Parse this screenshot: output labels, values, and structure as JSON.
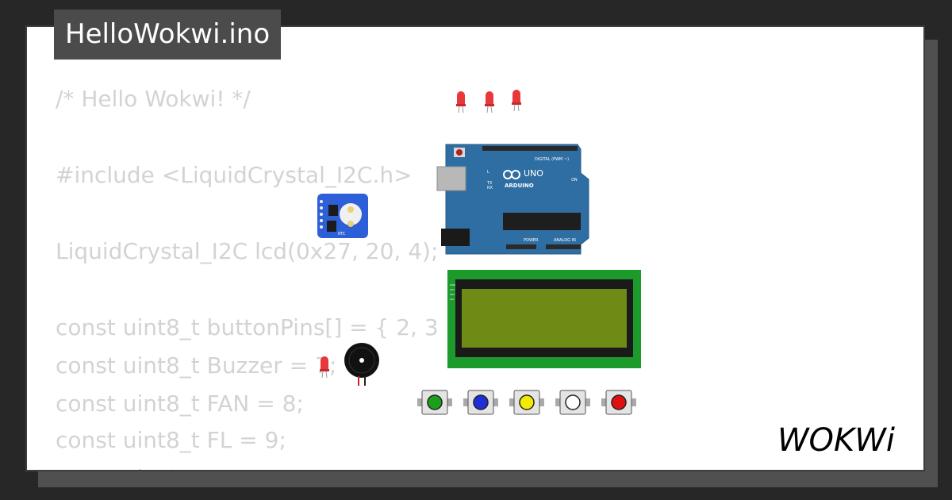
{
  "title": "HelloWokwi.ino",
  "code_lines": [
    "/* Hello Wokwi! */",
    "",
    "#include <LiquidCrystal_I2C.h>",
    "",
    "LiquidCrystal_I2C lcd(0x27, 20, 4);",
    "",
    "const uint8_t buttonPins[] = { 2, 3",
    "const uint8_t Buzzer = 7;",
    "const uint8_t FAN = 8;",
    "const uint8_t FL = 9;"
  ],
  "arduino": {
    "board_label": "UNO",
    "brand_label": "ARDUINO",
    "digital_label": "DIGITAL (PWM ~)",
    "analog_label": "ANALOG IN",
    "power_label": "POWER",
    "tx_label": "TX",
    "rx_label": "RX",
    "on_label": "ON",
    "l_label": "L"
  },
  "rtc": {
    "label": "RTC"
  },
  "lcd": {
    "pins": [
      "GND",
      "VCC",
      "SDA",
      "SCL"
    ]
  },
  "buttons": [
    {
      "name": "green",
      "color": "#1aa01a"
    },
    {
      "name": "blue",
      "color": "#1f2fd6"
    },
    {
      "name": "yellow",
      "color": "#f2ea00"
    },
    {
      "name": "white",
      "color": "#ffffff"
    },
    {
      "name": "red",
      "color": "#e01010"
    }
  ],
  "led_color": "#e8383c",
  "logo_text": "WOKWi",
  "colors": {
    "background": "#272727",
    "code_text": "#d3d3d3",
    "arduino_blue": "#2f6ea3",
    "lcd_green": "#1c9a2b",
    "lcd_screen": "#6e8b16"
  }
}
